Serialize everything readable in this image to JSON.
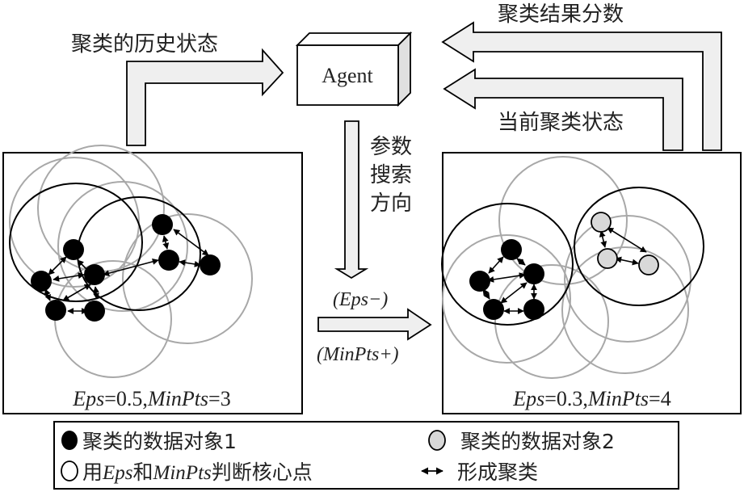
{
  "labels": {
    "history_state": "聚类的历史状态",
    "agent": "Agent",
    "cluster_score": "聚类结果分数",
    "current_state": "当前聚类状态",
    "search_dir_line1": "参数",
    "search_dir_line2": "搜索",
    "search_dir_line3": "方向",
    "eps_minus": "(Eps−)",
    "minpts_plus": "(MinPts+)"
  },
  "panels": {
    "left": {
      "caption_eps_label": "Eps",
      "caption_eps_value": "=0.5,",
      "caption_minpts_label": "MinPts",
      "caption_minpts_value": "=3"
    },
    "right": {
      "caption_eps_label": "Eps",
      "caption_eps_value": "=0.3,",
      "caption_minpts_label": "MinPts",
      "caption_minpts_value": "=4"
    }
  },
  "legend": {
    "item1": "聚类的数据对象1",
    "item2": "聚类的数据对象2",
    "item3_prefix": "用",
    "item3_eps": "Eps",
    "item3_and": "和",
    "item3_minpts": "MinPts",
    "item3_suffix": "判断核心点",
    "item4": "形成聚类"
  },
  "colors": {
    "object1": "#000000",
    "object2": "#d8d8d8",
    "eps_circle": "#a0a0a0",
    "core_circle": "#000000",
    "arrow_fill": "#efefef"
  }
}
